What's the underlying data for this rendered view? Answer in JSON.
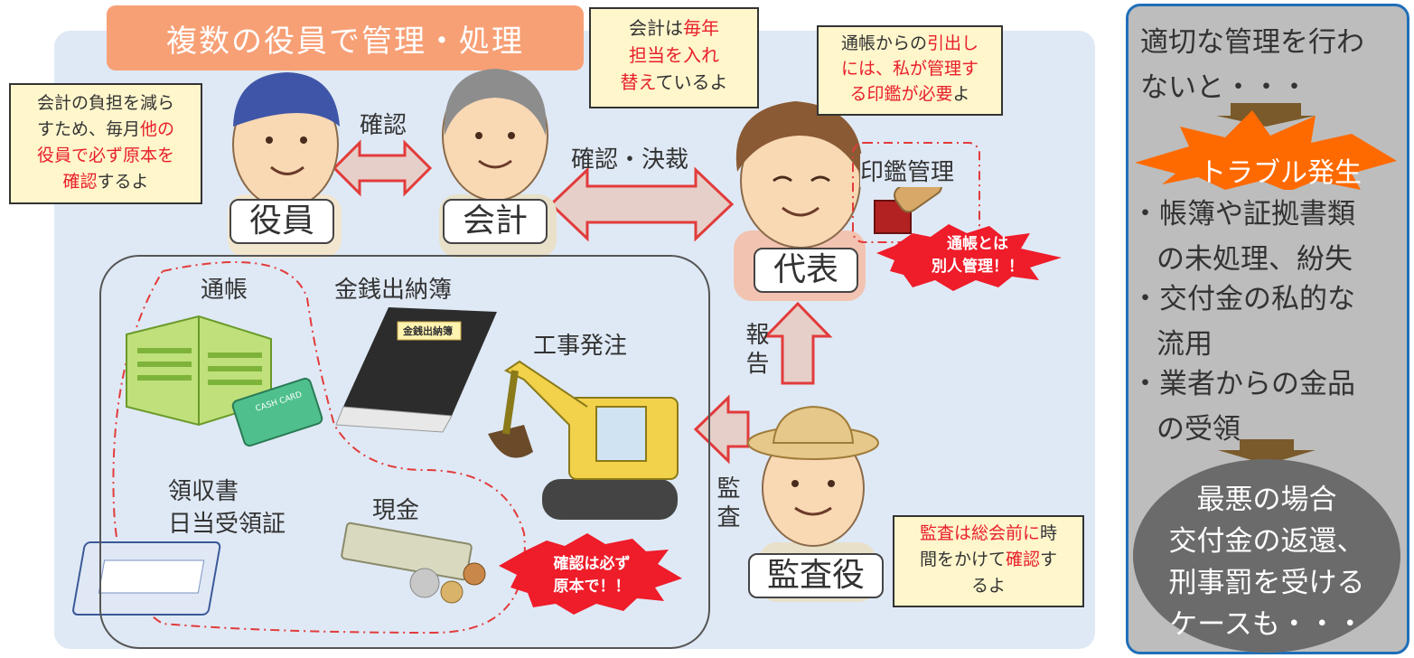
{
  "title": "複数の役員で管理・処理",
  "bubbles": {
    "officer": [
      {
        "t": "会計の負担を減ら",
        "r": false
      },
      {
        "t": "すため、毎月",
        "r": false
      },
      {
        "t": "他の",
        "r": true
      },
      {
        "t": "役員で必ず原本を",
        "r": true
      },
      {
        "t": "確認",
        "r": true
      },
      {
        "t": "するよ",
        "r": false
      }
    ],
    "accountant_l1": "会計は",
    "accountant_l1r": "毎年",
    "accountant_l2": "担当を入れ",
    "accountant_l3r": "替え",
    "accountant_l3": "ているよ",
    "rep_l1": "通帳からの",
    "rep_l1r": "引出し",
    "rep_l2r": "には、私が管理す",
    "rep_l3r": "る印鑑が必要",
    "rep_l3": "よ",
    "auditor_l1r": "監査は総会前に",
    "auditor_l1": "時",
    "auditor_l2a": "間をかけて",
    "auditor_l2r": "確認",
    "auditor_l2b": "す",
    "auditor_l3": "るよ"
  },
  "people": {
    "officer": "役員",
    "accountant": "会計",
    "representative": "代表",
    "auditor": "監査役"
  },
  "labels": {
    "confirm": "確認",
    "confirm_approve": "確認・決裁",
    "seal": "印鑑管理",
    "report": "報告",
    "audit": "監査",
    "passbook": "通帳",
    "cashbook": "金銭出納簿",
    "cashbook_cover": "金銭出納簿",
    "construction": "工事発注",
    "receipts_l1": "領収書",
    "receipts_l2": "日当受領証",
    "cash": "現金",
    "card": "CASH CARD"
  },
  "bursts": {
    "separate_l1": "通帳とは",
    "separate_l2": "別人管理！！",
    "original_l1": "確認は必ず",
    "original_l2": "原本で！！"
  },
  "sidebar": {
    "intro_l1": "適切な管理を行わ",
    "intro_l2": "ないと・・・",
    "trouble": "トラブル発生",
    "items": [
      {
        "l1": "・帳簿や証拠書類",
        "l2": "の未処理、紛失"
      },
      {
        "l1": "・交付金の私的な",
        "l2": "流用"
      },
      {
        "l1": "・業者からの金品",
        "l2": "の受領"
      }
    ],
    "worst_l1": "最悪の場合",
    "worst_l2": "交付金の返還、",
    "worst_l3": "刑事罰を受ける",
    "worst_l4": "ケースも・・・"
  },
  "colors": {
    "panel": "#dfe9f5",
    "banner": "#f7a076",
    "bubble": "#fff6cc",
    "highlight_red": "#e8202a",
    "burst": "#ff6a00",
    "sidebar": "#bdbdbd",
    "sidebar_border": "#1f6fb8"
  }
}
